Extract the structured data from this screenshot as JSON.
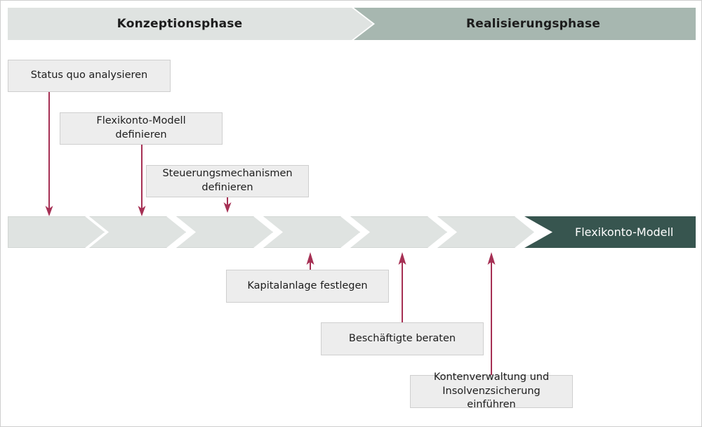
{
  "diagram": {
    "title_phases": {
      "left": "Konzeptionsphase",
      "right": "Realisierungsphase"
    },
    "result": {
      "label": "Flexikonto-Modell"
    },
    "tasks_above": [
      {
        "label": "Status quo analysieren"
      },
      {
        "label": "Flexikonto-Modell\ndefinieren"
      },
      {
        "label": "Steuerungsmechanismen\ndefinieren"
      }
    ],
    "tasks_below": [
      {
        "label": "Kapitalanlage festlegen"
      },
      {
        "label": "Beschäftigte beraten"
      },
      {
        "label": "Kontenverwaltung und\nInsolvenzsicherung einführen"
      }
    ],
    "colors": {
      "phase_left_bg": "#dfe3e1",
      "phase_right_bg": "#a7b7b0",
      "segment_bg": "#dfe3e1",
      "result_bg": "#37554f",
      "task_bg": "#ededed",
      "arrow": "#a63054",
      "text": "#1d1d1d",
      "result_text": "#ffffff"
    }
  }
}
